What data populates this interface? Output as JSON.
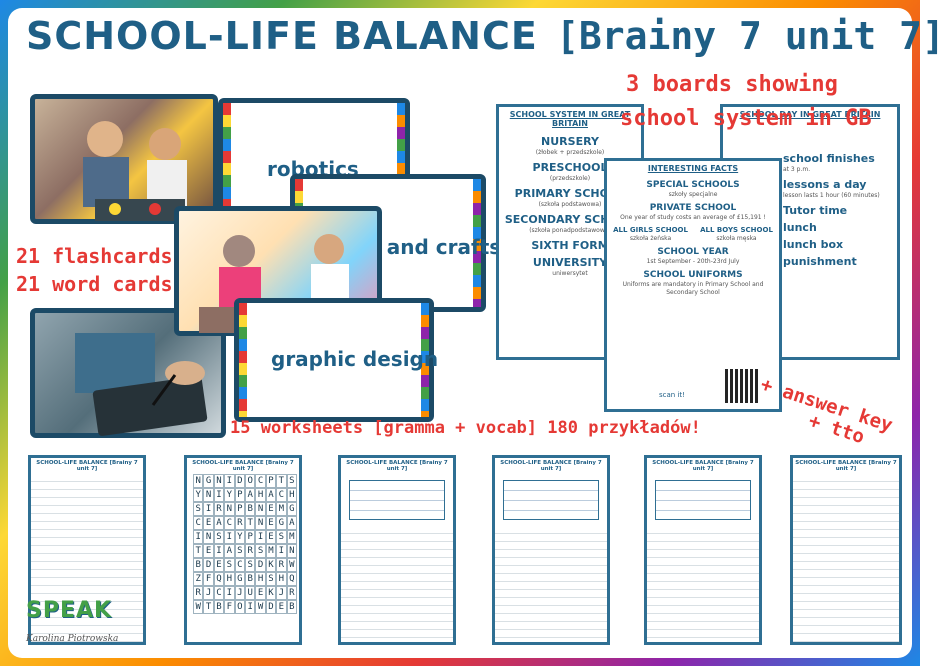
{
  "header": {
    "title": "SCHOOL-LIFE BALANCE",
    "subtitle": "[Brainy 7 unit 7]"
  },
  "callouts": {
    "boards": "3 boards showing",
    "boards2": "school system in GB",
    "flashcards": "21 flashcards",
    "wordcards": "21 word cards",
    "answer_key": "+ answer key",
    "tto": "+ tto",
    "worksheets": "15 worksheets [gramma + vocab] 180 przykładów!"
  },
  "cards": {
    "robotics": "robotics",
    "arts": "arts and crafts",
    "graphic": "graphic design"
  },
  "board1": {
    "title": "SCHOOL SYSTEM IN GREAT BRITAIN",
    "items": [
      {
        "name": "NURSERY",
        "desc": "(żłobek + przedszkole)"
      },
      {
        "name": "PRESCHOOL",
        "desc": "(przedszkole)"
      },
      {
        "name": "PRIMARY SCHOOL",
        "desc": "(szkoła podstawowa)"
      },
      {
        "name": "SECONDARY SCHOOL",
        "desc": "(szkoła ponadpodstawowa)"
      },
      {
        "name": "SIXTH FORM",
        "desc": ""
      },
      {
        "name": "UNIVERSITY",
        "desc": "uniwersytet"
      }
    ]
  },
  "board2": {
    "title": "INTERESTING FACTS",
    "items": [
      {
        "name": "SPECIAL SCHOOLS",
        "desc": "szkoły specjalne"
      },
      {
        "name": "PRIVATE SCHOOL",
        "desc": "One year of study costs an average of £15,191 !"
      },
      {
        "name": "ALL GIRLS SCHOOL",
        "desc": "szkoła żeńska"
      },
      {
        "name": "ALL BOYS SCHOOL",
        "desc": "szkoła męska"
      },
      {
        "name": "SCHOOL YEAR",
        "desc": "1st September - 20th-23rd July"
      },
      {
        "name": "SCHOOL UNIFORMS",
        "desc": "Uniforms are mandatory in Primary School and Secondary School"
      }
    ],
    "scan": "scan it!"
  },
  "board3": {
    "title": "SCHOOL DAY IN GREAT BRITAIN",
    "items": [
      {
        "name": "school finishes",
        "desc": "at 3 p.m."
      },
      {
        "name": "lessons a day",
        "desc": "lesson lasts 1 hour (60 minutes)"
      },
      {
        "name": "Tutor time",
        "desc": ""
      },
      {
        "name": "lunch",
        "desc": ""
      },
      {
        "name": "lunch box",
        "desc": ""
      },
      {
        "name": "punishment",
        "desc": ""
      }
    ]
  },
  "worksheets": {
    "header": "SCHOOL-LIFE BALANCE [Brainy 7 unit 7]",
    "wordsearch": [
      "NGNIDOCPTS",
      "YNIYPAHACH",
      "SIRNPBNEMG",
      "CEACRTNEGA",
      "INSIYPIESM",
      "TEIASRSMIN",
      "BDESCSDKRW",
      "ZFQHGBHSHQ",
      "RJCIJUEKJR",
      "WTBFOIWDEB"
    ]
  },
  "logo": {
    "text": "SPEAK",
    "author": "Karolina Piotrowska"
  }
}
